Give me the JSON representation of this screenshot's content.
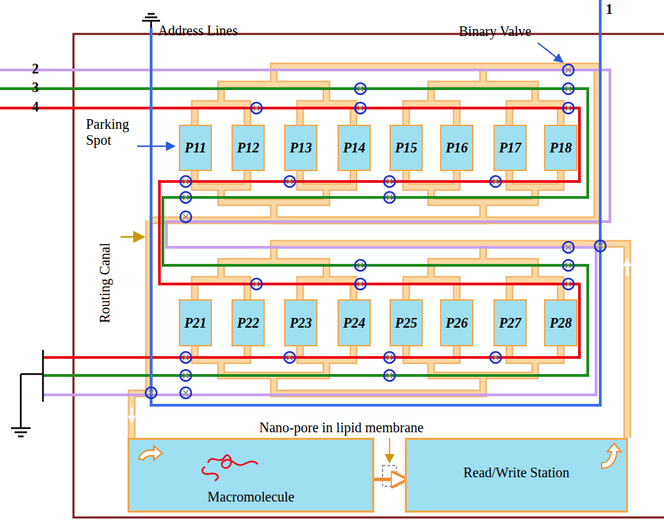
{
  "diagram": {
    "nodes": [
      {
        "text": [
          "P11"
        ]
      },
      {
        "text": [
          "P12"
        ]
      },
      {
        "text": [
          "P13"
        ]
      },
      {
        "text": [
          "P14"
        ]
      },
      {
        "text": [
          "P15"
        ]
      },
      {
        "text": [
          "P16"
        ]
      },
      {
        "text": [
          "P17"
        ]
      },
      {
        "text": [
          "P18"
        ]
      },
      {
        "text": [
          "P21"
        ]
      },
      {
        "text": [
          "P22"
        ]
      },
      {
        "text": [
          "P23"
        ]
      },
      {
        "text": [
          "P24"
        ]
      },
      {
        "text": [
          "P25"
        ]
      },
      {
        "text": [
          "P26"
        ]
      },
      {
        "text": [
          "P27"
        ]
      },
      {
        "text": [
          "P28"
        ]
      },
      {
        "text": [
          "Macromolecule"
        ]
      },
      {
        "text": [
          "Read/Write Station"
        ]
      }
    ],
    "edges": [
      {
        "from": 16,
        "to": 17,
        "arrow": "to"
      }
    ],
    "labels": [
      "1",
      "2",
      "3",
      "4",
      "Address Lines",
      "Binary Valve",
      "Parking Spot",
      "Routing Canal",
      "Nano-pore in lipid membrane"
    ]
  }
}
